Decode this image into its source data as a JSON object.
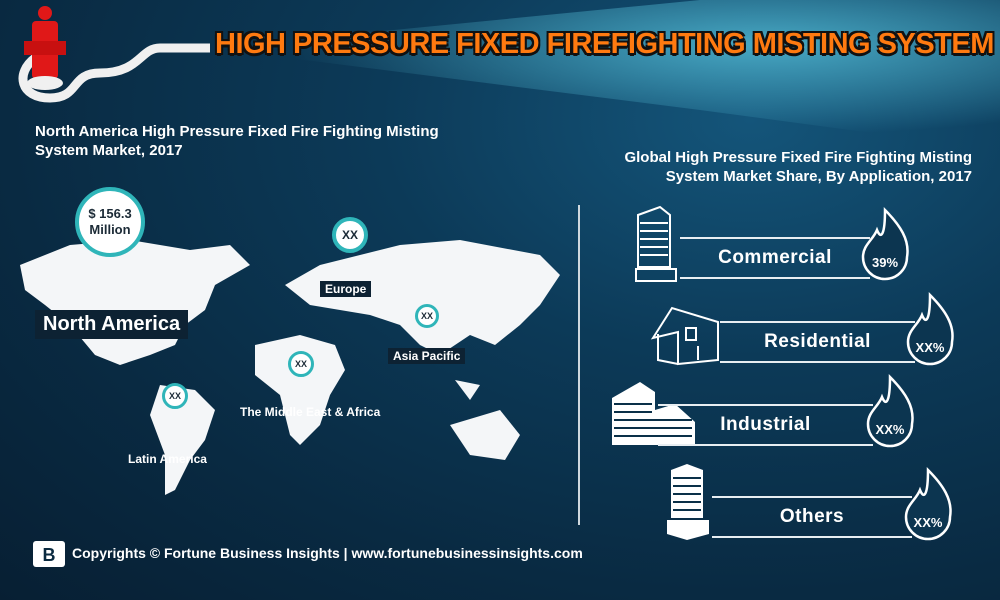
{
  "title": "HIGH PRESSURE FIXED FIREFIGHTING MISTING SYSTEM",
  "left_section": {
    "title_line1": "North America High Pressure Fixed Fire Fighting Misting",
    "title_line2": "System Market, 2017",
    "pins": [
      {
        "region": "North America",
        "value": "$ 156.3",
        "unit": "Million"
      },
      {
        "region": "Europe",
        "value": "XX"
      },
      {
        "region": "Asia Pacific",
        "value": "XX"
      },
      {
        "region": "The Middle East & Africa",
        "value": "XX"
      },
      {
        "region": "Latin America",
        "value": "XX"
      }
    ]
  },
  "right_section": {
    "title_line1": "Global High Pressure Fixed Fire Fighting Misting",
    "title_line2": "System Market Share, By Application, 2017",
    "items": [
      {
        "label": "Commercial",
        "share": "39%",
        "icon": "office-tower-icon"
      },
      {
        "label": "Residential",
        "share": "XX%",
        "icon": "house-icon"
      },
      {
        "label": "Industrial",
        "share": "XX%",
        "icon": "factory-building-icon"
      },
      {
        "label": "Others",
        "share": "XX%",
        "icon": "building-icon"
      }
    ]
  },
  "footer": {
    "text": "Copyrights © Fortune Business Insights | www.fortunebusinessinsights.com"
  },
  "colors": {
    "title": "#ff7a10",
    "pin": "#2fb5b9",
    "background": "#0c3a58"
  }
}
